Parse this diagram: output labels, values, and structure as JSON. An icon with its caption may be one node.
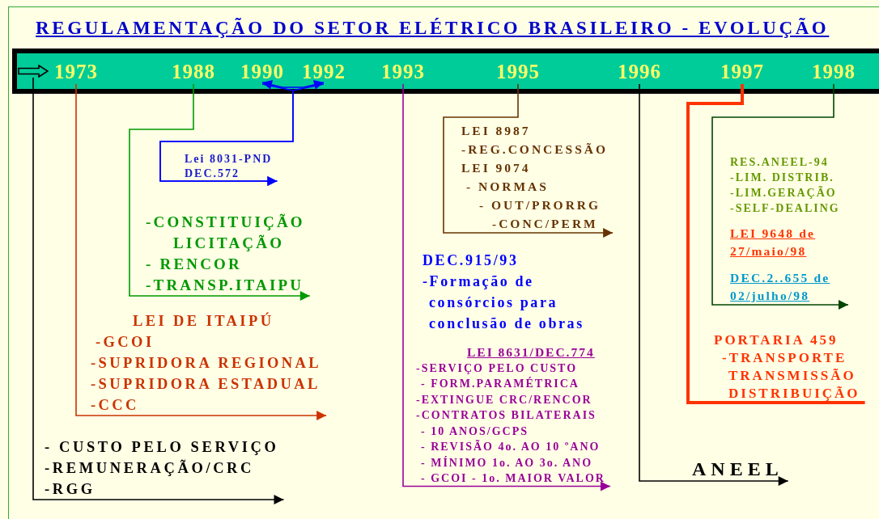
{
  "diagram": {
    "title": "REGULAMENTAÇÃO DO SETOR ELÉTRICO BRASILEIRO - EVOLUÇÃO",
    "nodes": [
      {
        "text": [],
        "shape": "bar"
      },
      {
        "text": [],
        "shape": "arrow",
        "in": 0
      },
      {
        "text": [
          "1973"
        ],
        "in": 0
      },
      {
        "text": [
          "1988"
        ],
        "in": 0
      },
      {
        "text": [
          "1990"
        ],
        "in": 0
      },
      {
        "text": [
          "1992"
        ],
        "in": 0
      },
      {
        "text": [
          "1993"
        ],
        "in": 0
      },
      {
        "text": [
          "1995"
        ],
        "in": 0
      },
      {
        "text": [
          "1996"
        ],
        "in": 0
      },
      {
        "text": [
          "1997"
        ],
        "in": 0
      },
      {
        "text": [
          "1998"
        ],
        "in": 0
      },
      {
        "text": [
          "Lei 8031-PND",
          "DEC.572"
        ]
      },
      {
        "text": [
          "-CONSTITUIÇÃO",
          "LICITAÇÃO",
          "- RENCOR",
          "-TRANSP.ITAIPU"
        ]
      },
      {
        "text": [
          "LEI DE ITAIPÚ",
          "-GCOI",
          "-SUPRIDORA REGIONAL",
          "-SUPRIDORA ESTADUAL",
          "-CCC"
        ]
      },
      {
        "text": [
          "- CUSTO PELO SERVIÇO",
          "-REMUNERAÇÃO/CRC",
          "-RGG"
        ]
      },
      {
        "text": [
          "LEI 8987",
          "-REG.CONCESSÃO",
          "LEI 9074",
          "- NORMAS",
          "- OUT/PRORRG",
          "-CONC/PERM"
        ]
      },
      {
        "text": [
          "DEC.915/93",
          "-Formação de consórcios para conclusão de obras"
        ]
      },
      {
        "text": [
          "LEI 8631/DEC.774",
          "-SERVIÇO PELO CUSTO",
          "- FORM.PARAMÉTRICA",
          "-EXTINGUE CRC/RENCOR",
          "-CONTRATOS BILATERAIS",
          "- 10 ANOS/GCPS",
          "- REVISÃO 4o. AO 10 ºANO",
          "- MÍNIMO 1o. AO 3o. ANO",
          "- GCOI - 1o. MAIOR VALOR"
        ]
      },
      {
        "text": [
          "ANEEL"
        ]
      },
      {
        "text": [
          "RES.ANEEL-94",
          "-LIM. DISTRIB.",
          "-LIM.GERAÇÃO",
          "-SELF-DEALING"
        ]
      },
      {
        "text": [
          "LEI 9648 de 27/maio/98"
        ]
      },
      {
        "text": [
          "DEC.2..655 de 02/julho/98"
        ]
      },
      {
        "text": [
          "PORTARIA 459",
          "-TRANSPORTE",
          "TRANSMISSÃO",
          "DISTRIBUIÇÃO"
        ]
      }
    ],
    "edges": [
      {
        "from": 1,
        "to": 14,
        "arrow": "to",
        "color": "#000000"
      },
      {
        "from": 2,
        "to": 13,
        "arrow": "to",
        "color": "#cc3300"
      },
      {
        "from": 3,
        "to": 12,
        "arrow": "to",
        "color": "#009900"
      },
      {
        "from": 4,
        "to": 5,
        "arrow": "both",
        "color": "#0000ff"
      },
      {
        "from": 4,
        "to": 11,
        "arrow": "to",
        "color": "#0000ff"
      },
      {
        "from": 5,
        "to": 11,
        "arrow": "to",
        "color": "#0000ff"
      },
      {
        "from": 6,
        "to": 17,
        "arrow": "to",
        "color": "#990099"
      },
      {
        "from": 7,
        "to": 15,
        "arrow": "to",
        "color": "#663300"
      },
      {
        "from": 8,
        "to": 18,
        "arrow": "to",
        "color": "#000000"
      },
      {
        "from": 9,
        "to": 22,
        "arrow": "none",
        "style": "thick",
        "color": "#ff3300"
      },
      {
        "from": 10,
        "to": 21,
        "arrow": "to",
        "color": "#004400"
      }
    ]
  }
}
